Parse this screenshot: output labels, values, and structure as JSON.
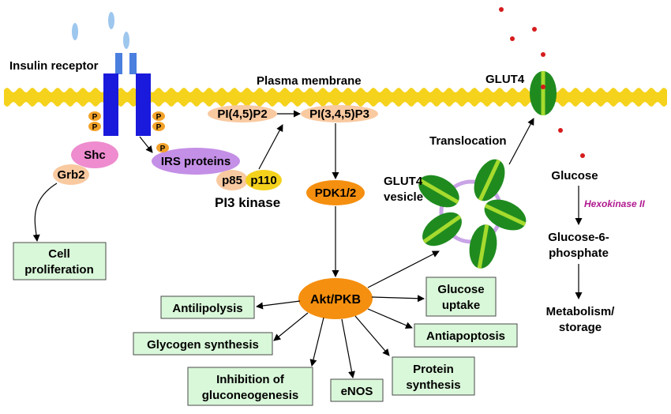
{
  "labels": {
    "insulin_receptor": "Insulin receptor",
    "plasma_membrane": "Plasma membrane",
    "glut4_top": "GLUT4",
    "translocation": "Translocation",
    "glut4_vesicle_line1": "GLUT4",
    "glut4_vesicle_line2": "vesicle",
    "glucose": "Glucose",
    "hexokinase": "Hexokinase II",
    "g6p_line1": "Glucose-6-",
    "g6p_line2": "phosphate",
    "metab_line1": "Metabolism/",
    "metab_line2": "storage",
    "pi3_kinase": "PI3 kinase"
  },
  "molecules": {
    "shc": "Shc",
    "grb2": "Grb2",
    "irs": "IRS proteins",
    "pip2": "PI(4,5)P2",
    "pip3": "PI(3,4,5)P3",
    "p85": "p85",
    "p110": "p110",
    "pdk": "PDK1/2",
    "akt": "Akt/PKB",
    "phospho": "P"
  },
  "outcomes": {
    "cell_prolif_1": "Cell",
    "cell_prolif_2": "proliferation",
    "antilipolysis": "Antilipolysis",
    "glycogen": "Glycogen synthesis",
    "gluconeo_1": "Inhibition of",
    "gluconeo_2": "gluconeogenesis",
    "enos": "eNOS",
    "protein_1": "Protein",
    "protein_2": "synthesis",
    "antiapoptosis": "Antiapoptosis",
    "glucose_uptake_1": "Glucose",
    "glucose_uptake_2": "uptake"
  },
  "colors": {
    "membrane": "#f5d21c",
    "receptor": "#1a1adc",
    "receptor_top": "#4a7fe0",
    "insulin": "#9ec7ee",
    "phospho": "#f2a22a",
    "shc": "#ee8ccf",
    "irs": "#c48fe6",
    "peach": "#f9c9a0",
    "p110": "#f4d21c",
    "orange": "#f58f0f",
    "glut_green": "#1f8b1f",
    "glut_stripe": "#a6db2e",
    "vesicle_ring": "#c9a4e6",
    "glucose_dot": "#d61c1c",
    "hexokinase": "#b0198f",
    "box_fill": "#d9f7d9"
  }
}
